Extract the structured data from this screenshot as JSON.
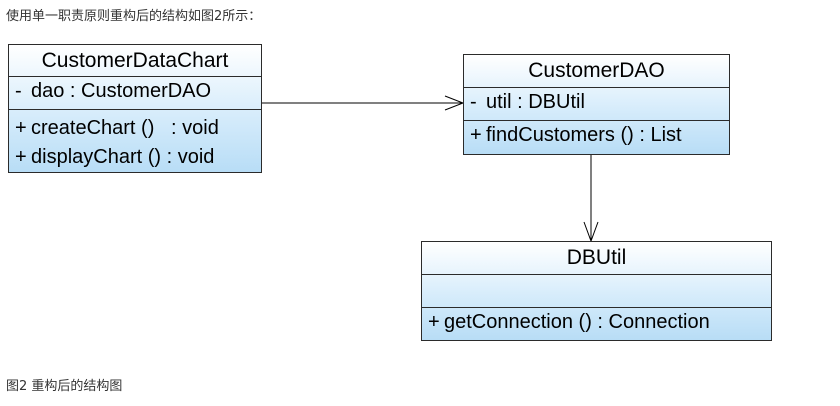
{
  "intro_text": "使用单一职责原则重构后的结构如图2所示：",
  "caption": "图2 重构后的结构图",
  "classes": {
    "customer_data_chart": {
      "name": "CustomerDataChart",
      "attributes": [
        {
          "visibility": "-",
          "text": "dao : CustomerDAO"
        }
      ],
      "methods": [
        {
          "visibility": "+",
          "text": "createChart ()   : void"
        },
        {
          "visibility": "+",
          "text": "displayChart () : void"
        }
      ]
    },
    "customer_dao": {
      "name": "CustomerDAO",
      "attributes": [
        {
          "visibility": "-",
          "text": "util : DBUtil"
        }
      ],
      "methods": [
        {
          "visibility": "+",
          "text": "findCustomers () : List"
        }
      ]
    },
    "dbutil": {
      "name": "DBUtil",
      "attributes": [],
      "methods": [
        {
          "visibility": "+",
          "text": "getConnection () : Connection"
        }
      ]
    }
  },
  "relationships": [
    {
      "from": "CustomerDataChart",
      "to": "CustomerDAO",
      "type": "association"
    },
    {
      "from": "CustomerDAO",
      "to": "DBUtil",
      "type": "association"
    }
  ]
}
